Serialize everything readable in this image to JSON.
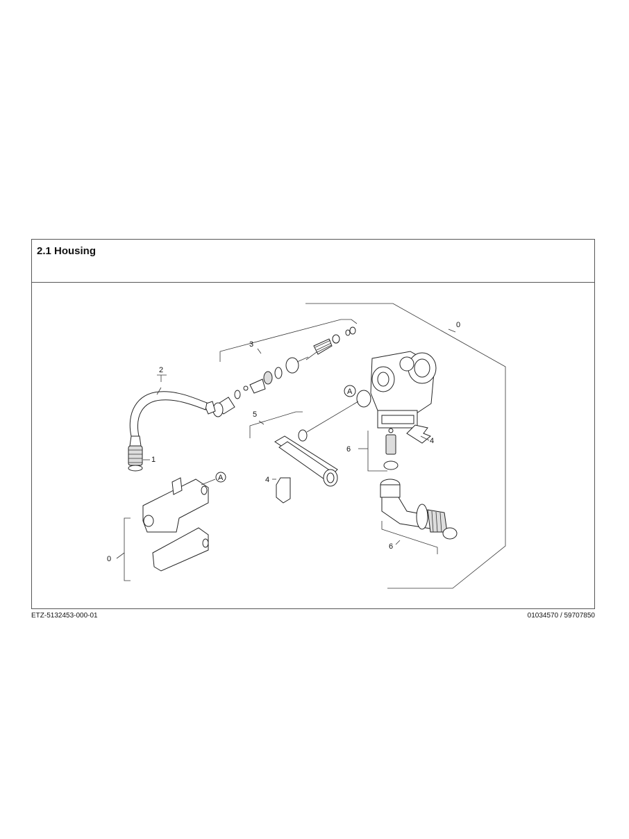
{
  "section": {
    "title": "2.1 Housing"
  },
  "callouts": {
    "c0_right": "0",
    "c3": "3",
    "c2": "2",
    "c1": "1",
    "c5": "5",
    "c4_right": "4",
    "c6_top": "6",
    "c4_mid": "4",
    "c6_bottom": "6",
    "c0_left": "0",
    "ref_a_top": "A",
    "ref_a_left": "A"
  },
  "footer": {
    "left_code": "ETZ-5132453-000-01",
    "right_code": "01034570 / 59707850"
  }
}
